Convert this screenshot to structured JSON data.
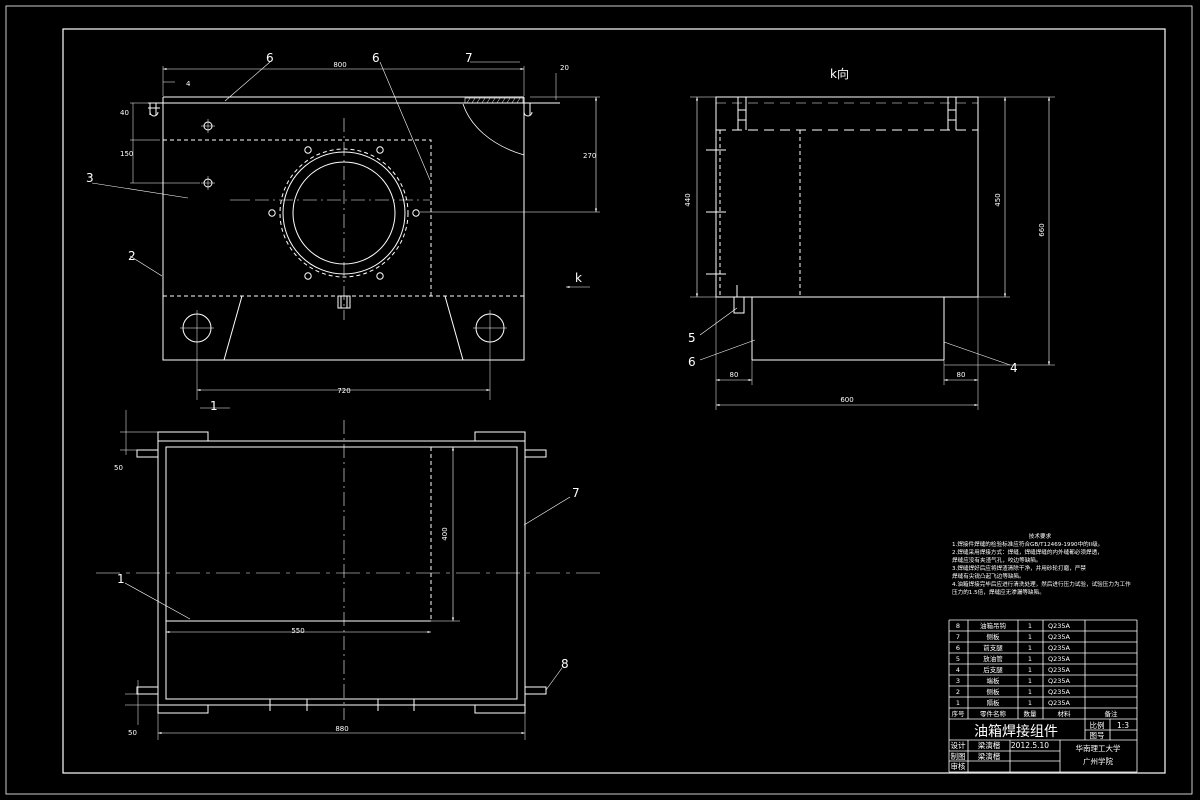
{
  "colors": {
    "background": "#000000",
    "line": "#ffffff"
  },
  "view_k_title": "k向",
  "view_k_arrow_label": "k",
  "front_view": {
    "dims": {
      "top_width": "800",
      "left_offset": "4",
      "top_right": "20",
      "d40": "40",
      "d150": "150",
      "height_270": "270",
      "bottom_720": "720"
    },
    "callouts": [
      "6",
      "6",
      "7",
      "3",
      "2",
      "1"
    ]
  },
  "side_view": {
    "dims": {
      "left_440": "440",
      "right_450": "450",
      "right_660": "660",
      "d80_left": "80",
      "d80_right": "80",
      "bottom_600": "600"
    },
    "callouts": [
      "5",
      "6",
      "4"
    ]
  },
  "top_view": {
    "dims": {
      "d50_top": "50",
      "d50_bottom": "50",
      "d400": "400",
      "d550": "550",
      "bottom_880": "880"
    },
    "callouts": [
      "7",
      "1",
      "8"
    ]
  },
  "tech_notes": {
    "title": "技术要求",
    "lines": [
      "1.焊接件焊缝的检验标准应符合GB/T12469-1990中的II级。",
      "2.焊缝采用焊接方式：焊缝，焊缝焊缝的内外缝都必须焊透，",
      "  焊缝应没有夹渣气孔，咬边等缺陷。",
      "3.焊缝焊好后应将焊渣清除干净，并用砂轮打磨，严禁",
      "  焊缝有尖锐凸起飞边等缺陷。",
      "4.油箱焊接完毕后应进行清洗处理，然后进行压力试验，试验压力为工作",
      "  压力的1.5倍，焊缝应无渗漏等缺陷。"
    ]
  },
  "bom": {
    "rows": [
      {
        "no": "8",
        "name": "油箱吊钩",
        "qty": "1",
        "material": "Q235A"
      },
      {
        "no": "7",
        "name": "侧板",
        "qty": "1",
        "material": "Q235A"
      },
      {
        "no": "6",
        "name": "前支腿",
        "qty": "1",
        "material": "Q235A"
      },
      {
        "no": "5",
        "name": "放油管",
        "qty": "1",
        "material": "Q235A"
      },
      {
        "no": "4",
        "name": "后支腿",
        "qty": "1",
        "material": "Q235A"
      },
      {
        "no": "3",
        "name": "端板",
        "qty": "1",
        "material": "Q235A"
      },
      {
        "no": "2",
        "name": "侧板",
        "qty": "1",
        "material": "Q235A"
      },
      {
        "no": "1",
        "name": "隔板",
        "qty": "1",
        "material": "Q235A"
      }
    ],
    "header": {
      "no": "序号",
      "name": "零件名称",
      "qty": "数量",
      "material": "材料",
      "remark": "备注"
    }
  },
  "title_block": {
    "title": "油箱焊接组件",
    "scale_label": "比例",
    "scale_value": "1:3",
    "drawing_no_label": "图号",
    "design_label": "设计",
    "design_name": "梁演楷",
    "design_date": "2012.5.10",
    "drawn_label": "制图",
    "drawn_name": "梁演楷",
    "review_label": "审核",
    "school_line1": "华南理工大学",
    "school_line2": "广州学院"
  }
}
